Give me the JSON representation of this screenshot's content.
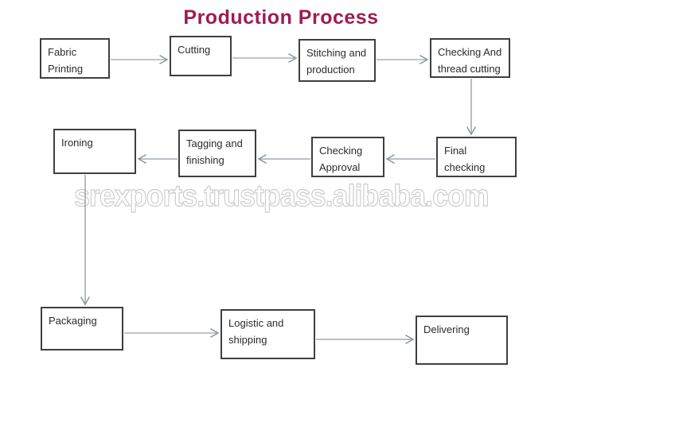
{
  "title": "Production Process",
  "watermark": "srexports.trustpass.alibaba.com",
  "colors": {
    "title": "#9e1c52",
    "box_border": "#3f3f3f",
    "box_text": "#2b2b2b",
    "arrow": "#8f9aa2",
    "watermark_outline": "#cccccc",
    "background": "#ffffff"
  },
  "nodes": [
    {
      "id": "fabric-printing",
      "label": "Fabric Printing"
    },
    {
      "id": "cutting",
      "label": "Cutting"
    },
    {
      "id": "stitching-and-production",
      "label": "Stitching and production"
    },
    {
      "id": "checking-and-thread-cutting",
      "label": "Checking And thread cutting"
    },
    {
      "id": "final-checking",
      "label": "Final checking"
    },
    {
      "id": "checking-approval",
      "label": "Checking Approval"
    },
    {
      "id": "tagging-and-finishing",
      "label": "Tagging and finishing"
    },
    {
      "id": "ironing",
      "label": "Ironing"
    },
    {
      "id": "packaging",
      "label": "Packaging"
    },
    {
      "id": "logistic-and-shipping",
      "label": "Logistic and shipping"
    },
    {
      "id": "delivering",
      "label": "Delivering"
    }
  ],
  "edges": [
    {
      "from": "fabric-printing",
      "to": "cutting"
    },
    {
      "from": "cutting",
      "to": "stitching-and-production"
    },
    {
      "from": "stitching-and-production",
      "to": "checking-and-thread-cutting"
    },
    {
      "from": "checking-and-thread-cutting",
      "to": "final-checking"
    },
    {
      "from": "final-checking",
      "to": "checking-approval"
    },
    {
      "from": "checking-approval",
      "to": "tagging-and-finishing"
    },
    {
      "from": "tagging-and-finishing",
      "to": "ironing"
    },
    {
      "from": "ironing",
      "to": "packaging"
    },
    {
      "from": "packaging",
      "to": "logistic-and-shipping"
    },
    {
      "from": "logistic-and-shipping",
      "to": "delivering"
    }
  ]
}
